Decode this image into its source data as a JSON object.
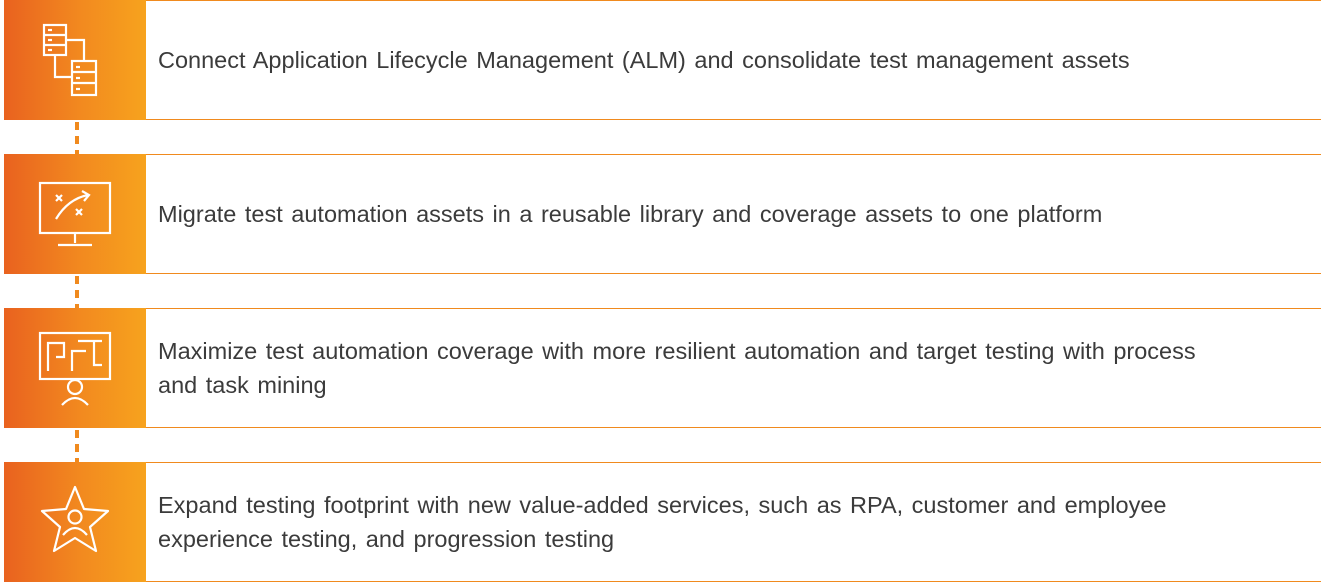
{
  "accent_color": "#f08a1e",
  "steps": [
    {
      "icon": "database-schema-icon",
      "text": "Connect Application Lifecycle Management (ALM) and consolidate test management assets"
    },
    {
      "icon": "monitor-strategy-icon",
      "text": "Migrate test automation assets in a reusable library and coverage assets to one platform"
    },
    {
      "icon": "process-map-user-icon",
      "text": "Maximize test automation coverage with more resilient automation and target testing with process and task mining"
    },
    {
      "icon": "star-user-icon",
      "text": "Expand testing footprint with new value-added services, such as RPA, customer and employee experience testing, and progression testing"
    }
  ]
}
